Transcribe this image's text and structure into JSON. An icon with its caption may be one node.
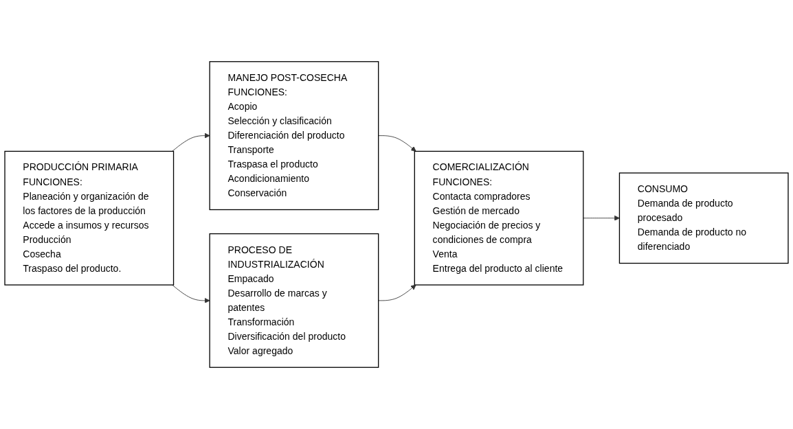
{
  "diagram": {
    "nodes": [
      {
        "text": [
          "PRODUCCIÓN PRIMARIA FUNCIONES:",
          "Planeación y organización de los factores de la producción",
          "Accede a insumos y recursos",
          "Producción",
          "Cosecha",
          "Traspaso del producto."
        ]
      },
      {
        "text": [
          "MANEJO POST-COSECHA FUNCIONES:",
          "Acopio",
          "Selección y clasificación",
          "Diferenciación del producto",
          "Transporte",
          "Traspasa el producto",
          "Acondicionamiento",
          "Conservación"
        ]
      },
      {
        "text": [
          "PROCESO DE INDUSTRIALIZACIÓN",
          "Empacado",
          "Desarrollo de marcas y patentes",
          "Transformación",
          "Diversificación del producto",
          "Valor agregado"
        ]
      },
      {
        "text": [
          "COMERCIALIZACIÓN FUNCIONES:",
          "Contacta compradores",
          "Gestión de mercado",
          "Negociación de precios y condiciones de compra",
          "Venta",
          "Entrega del producto al cliente"
        ]
      },
      {
        "text": [
          "CONSUMO",
          "Demanda de producto procesado",
          "Demanda de producto no diferenciado"
        ]
      }
    ],
    "edges": [
      {
        "from": 0,
        "to": 1,
        "arrow": "to"
      },
      {
        "from": 0,
        "to": 2,
        "arrow": "to"
      },
      {
        "from": 1,
        "to": 3,
        "arrow": "to"
      },
      {
        "from": 2,
        "to": 3,
        "arrow": "to"
      },
      {
        "from": 3,
        "to": 4,
        "arrow": "to"
      }
    ]
  }
}
